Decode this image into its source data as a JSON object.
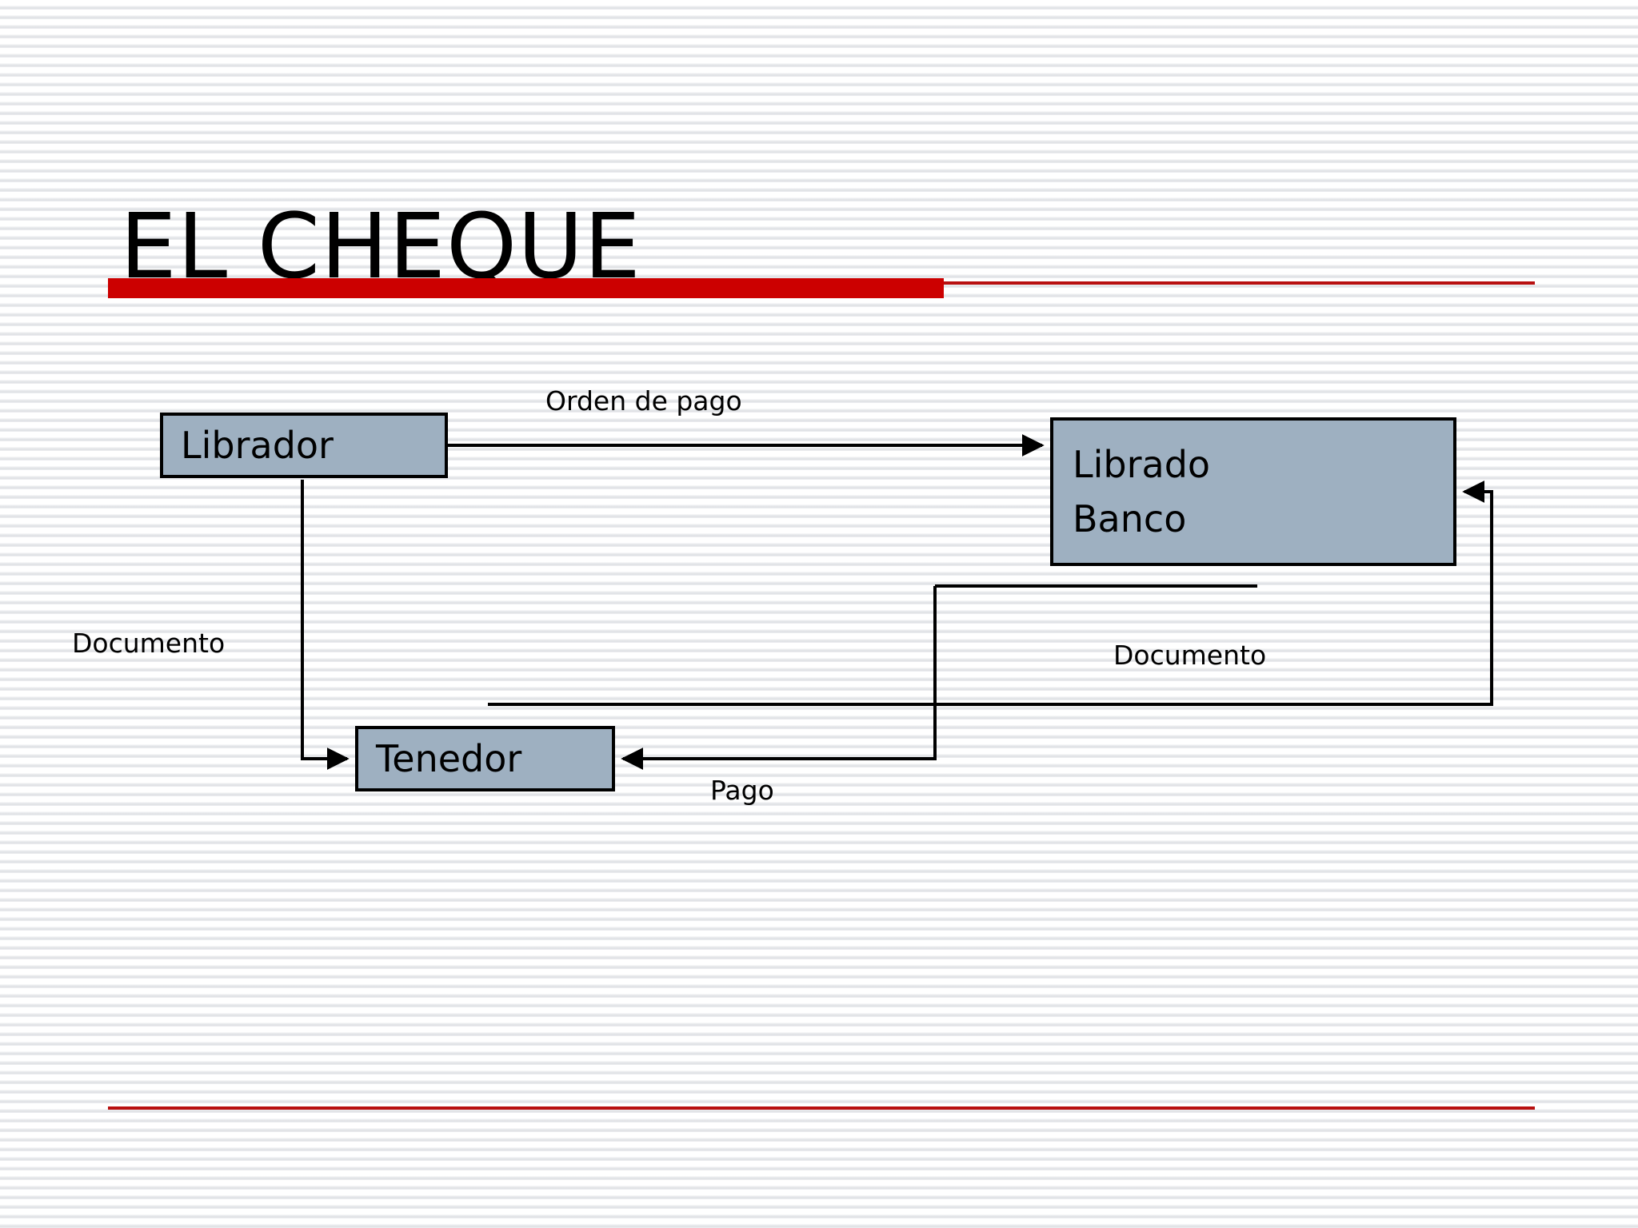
{
  "slide": {
    "title": "EL CHEQUE",
    "accent_color": "#cc0000",
    "rule_color": "#b81010",
    "node_fill": "#9eb0c1",
    "node_border": "#000000",
    "background_color": "#ffffff",
    "stripe_color": "#e2e4e8"
  },
  "diagram": {
    "type": "flow",
    "nodes": [
      {
        "id": "librador",
        "label": "Librador"
      },
      {
        "id": "librado",
        "label_line1": "Librado",
        "label_line2": "Banco"
      },
      {
        "id": "tenedor",
        "label": "Tenedor"
      }
    ],
    "edges": [
      {
        "id": "orden",
        "from": "librador",
        "to": "librado",
        "label": "Orden de pago"
      },
      {
        "id": "documento-l",
        "from": "librador",
        "to": "tenedor",
        "label": "Documento"
      },
      {
        "id": "pago",
        "from": "librado",
        "to": "tenedor",
        "label": "Pago"
      },
      {
        "id": "documento-r",
        "from": "tenedor",
        "to": "librado",
        "label": "Documento"
      }
    ]
  }
}
